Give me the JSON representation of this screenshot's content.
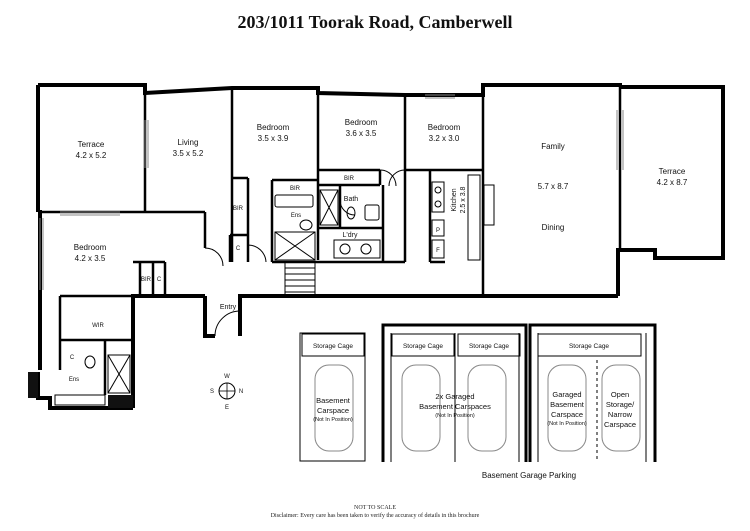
{
  "title": "203/1011 Toorak Road, Camberwell",
  "rooms": {
    "terrace_left": {
      "name": "Terrace",
      "dims": "4.2 x 5.2"
    },
    "living": {
      "name": "Living",
      "dims": "3.5 x 5.2"
    },
    "bedroom_1": {
      "name": "Bedroom",
      "dims": "3.5 x 3.9"
    },
    "bedroom_2": {
      "name": "Bedroom",
      "dims": "3.6 x 3.5"
    },
    "bedroom_3": {
      "name": "Bedroom",
      "dims": "3.2 x 3.0"
    },
    "family": {
      "name": "Family",
      "dims": "5.7 x 8.7"
    },
    "dining": {
      "name": "Dining"
    },
    "terrace_right": {
      "name": "Terrace",
      "dims": "4.2 x 8.7"
    },
    "kitchen": {
      "name": "Kitchen",
      "dims": "2.5 x 3.8"
    },
    "bedroom_main": {
      "name": "Bedroom",
      "dims": "4.2 x 3.5"
    }
  },
  "small_labels": {
    "bir": "BIR",
    "c": "C",
    "ens": "Ens",
    "bath": "Bath",
    "ldry": "L'dry",
    "wir": "WIR",
    "p": "P",
    "f": "F",
    "entry": "Entry"
  },
  "compass": {
    "n": "N",
    "s": "S",
    "e": "E",
    "w": "W"
  },
  "garage": {
    "storage_cage": "Storage Cage",
    "basement_carspace": [
      "Basement",
      "Carspace",
      "(Not In Position)"
    ],
    "garaged_double": [
      "2x Garaged",
      "Basement Carspaces",
      "(Not In Position)"
    ],
    "garaged_single": [
      "Garaged",
      "Basement",
      "Carspace",
      "(Not In Position)"
    ],
    "open_storage": [
      "Open",
      "Storage/",
      "Narrow",
      "Carspace"
    ],
    "caption": "Basement Garage Parking"
  },
  "footer": {
    "scale": "NOT TO SCALE",
    "disclaimer": "Disclaimer: Every care has been taken to verify the accuracy of details in this brochure"
  }
}
